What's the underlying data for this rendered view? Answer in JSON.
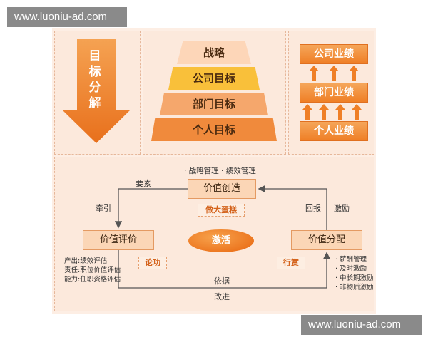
{
  "watermark": {
    "top": "www.luoniu-ad.com",
    "bottom": "www.luoniu-ad.com"
  },
  "decomposition": {
    "label_lines": [
      "目",
      "标",
      "分",
      "解"
    ]
  },
  "pyramid": {
    "tiers": [
      "战略",
      "公司目标",
      "部门目标",
      "个人目标"
    ]
  },
  "performance": {
    "company": "公司业绩",
    "department": "部门业绩",
    "individual": "个人业绩"
  },
  "cycle": {
    "top_note": "· 战略管理 · 绩效管理",
    "create": "价值创造",
    "cake_tag": "做大蛋糕",
    "evaluate": "价值评价",
    "distribute": "价值分配",
    "activate": "激活",
    "merit_tag": "论功",
    "reward_tag": "行赏",
    "edge_elements": "要素",
    "edge_traction": "牵引",
    "edge_return": "回报",
    "edge_incentive": "激励",
    "edge_basis": "依据",
    "edge_improve": "改进",
    "evaluate_list": [
      "· 产出:绩效评估",
      "· 责任:职位价值评估",
      "· 能力:任职资格评估"
    ],
    "distribute_list": [
      "· 薪酬管理",
      "· 及时激励",
      "· 中长期激励",
      "· 非物质激励"
    ]
  },
  "colors": {
    "accent": "#ef7f26",
    "panel": "#fce9dc",
    "node": "#fbd6b6"
  }
}
